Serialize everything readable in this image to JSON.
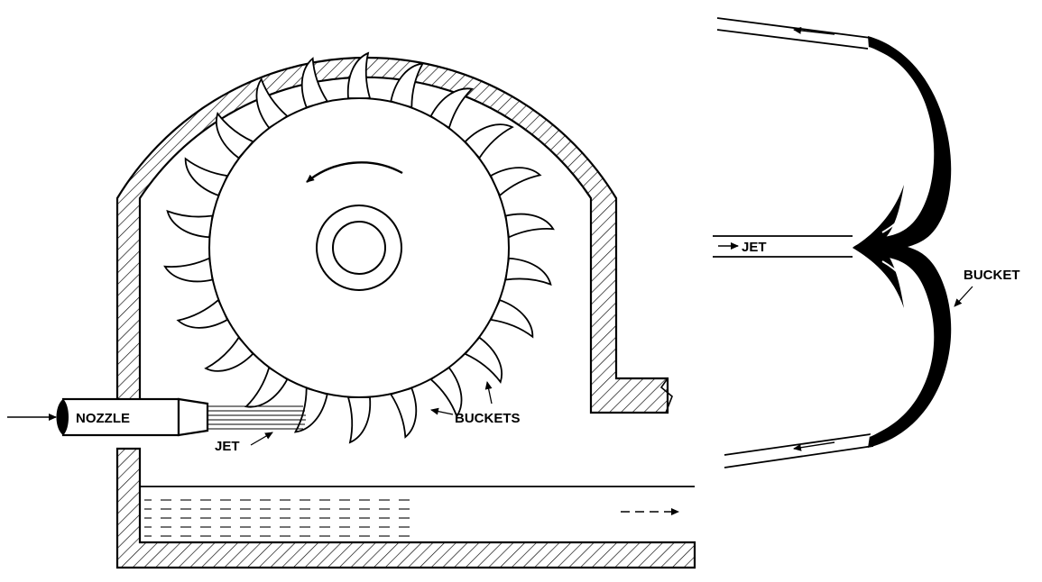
{
  "labels": {
    "nozzle": "NOZZLE",
    "jet_main": "JET",
    "buckets": "BUCKETS",
    "jet_detail": "JET",
    "bucket_detail": "BUCKET"
  },
  "colors": {
    "ink": "#000000",
    "paper": "#ffffff"
  },
  "icons": {
    "rotation": "curved-arrow-icon",
    "flow": "arrow-icon"
  }
}
